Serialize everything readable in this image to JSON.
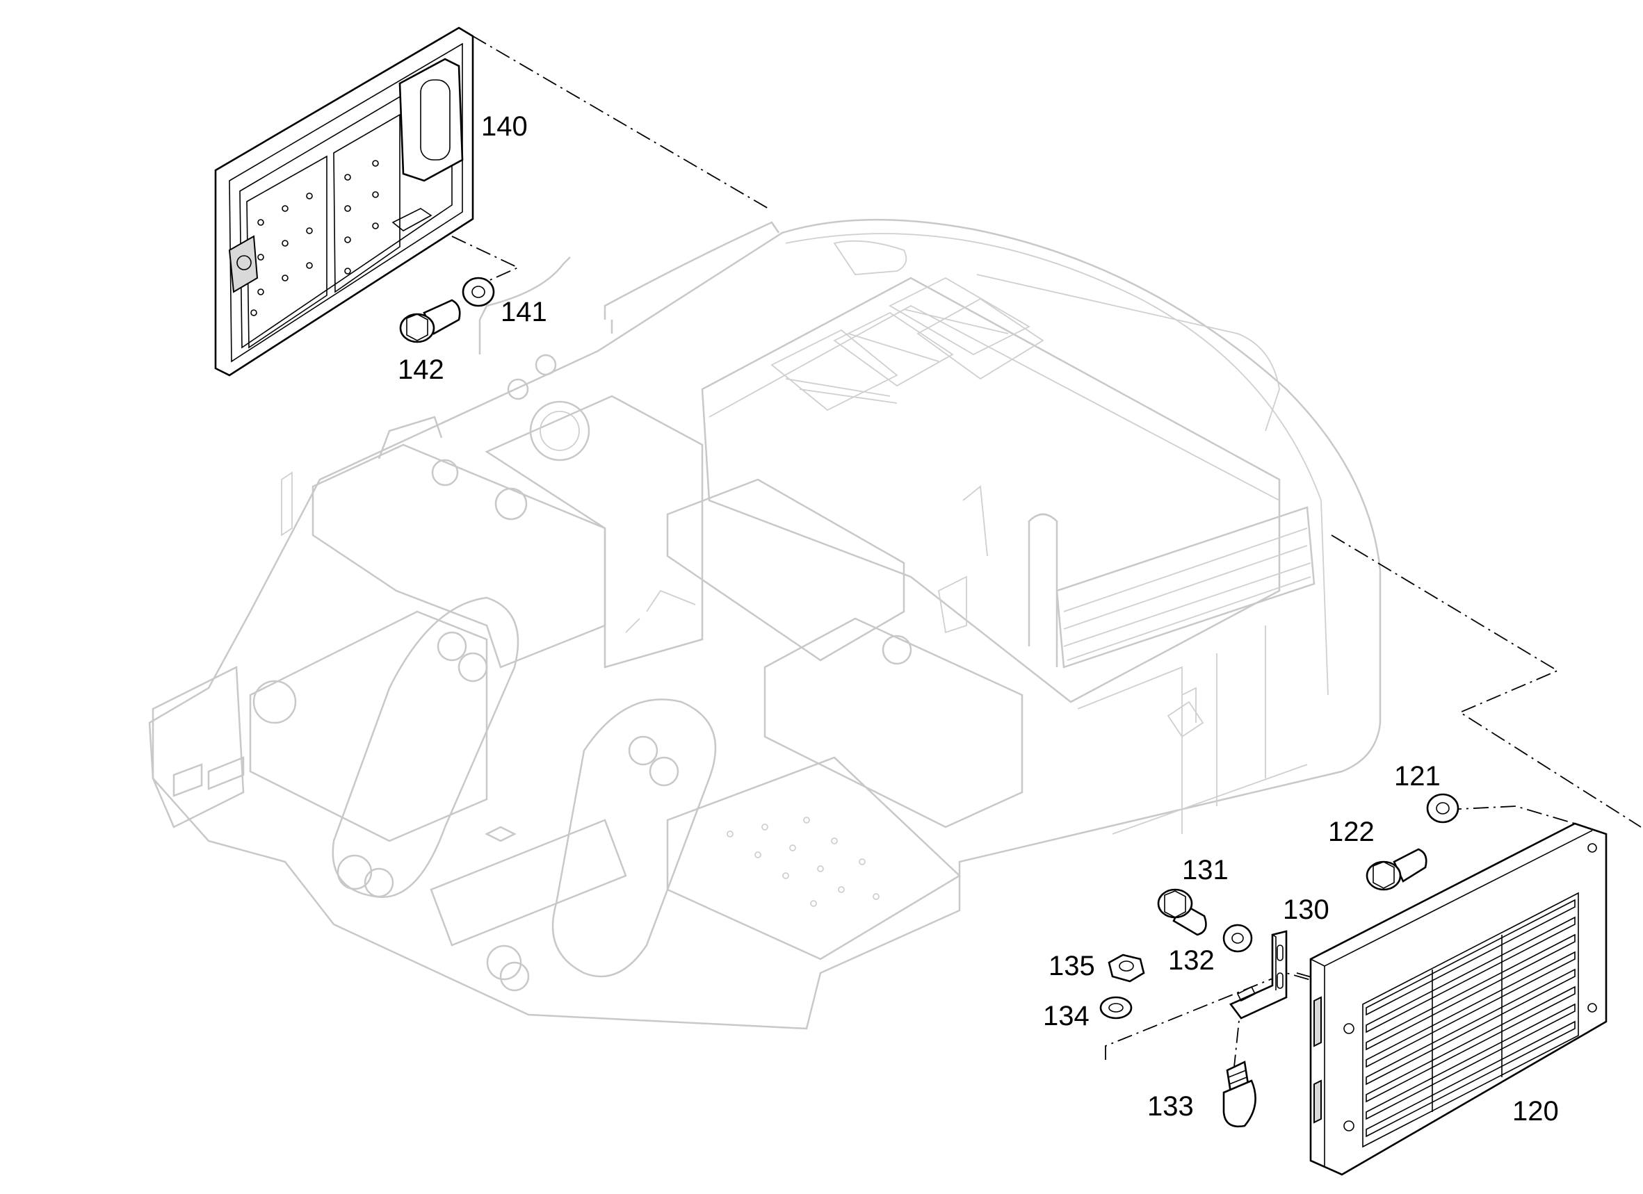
{
  "diagram": {
    "callouts": [
      {
        "id": "c140",
        "label": "140"
      },
      {
        "id": "c141",
        "label": "141"
      },
      {
        "id": "c142",
        "label": "142"
      },
      {
        "id": "c120",
        "label": "120"
      },
      {
        "id": "c121",
        "label": "121"
      },
      {
        "id": "c122",
        "label": "122"
      },
      {
        "id": "c130",
        "label": "130"
      },
      {
        "id": "c131",
        "label": "131"
      },
      {
        "id": "c132",
        "label": "132"
      },
      {
        "id": "c133",
        "label": "133"
      },
      {
        "id": "c134",
        "label": "134"
      },
      {
        "id": "c135",
        "label": "135"
      }
    ]
  }
}
